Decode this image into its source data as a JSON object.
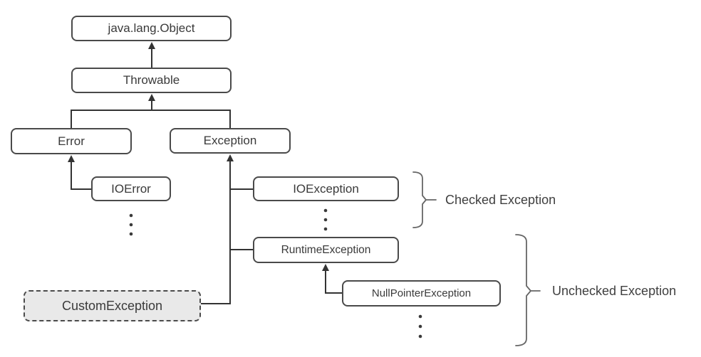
{
  "nodes": {
    "object": {
      "label": "java.lang.Object"
    },
    "throwable": {
      "label": "Throwable"
    },
    "error": {
      "label": "Error"
    },
    "exception": {
      "label": "Exception"
    },
    "ioerror": {
      "label": "IOError"
    },
    "ioexception": {
      "label": "IOException"
    },
    "runtime_exception": {
      "label": "RuntimeException"
    },
    "null_pointer": {
      "label": "NullPointerException"
    },
    "custom_exception": {
      "label": "CustomException"
    }
  },
  "annotations": {
    "checked": {
      "label": "Checked Exception"
    },
    "unchecked": {
      "label": "Unchecked Exception"
    }
  },
  "edges": [
    {
      "from": "Throwable",
      "to": "java.lang.Object"
    },
    {
      "from": "Error",
      "to": "Throwable"
    },
    {
      "from": "Exception",
      "to": "Throwable"
    },
    {
      "from": "IOError",
      "to": "Error"
    },
    {
      "from": "IOException",
      "to": "Exception"
    },
    {
      "from": "RuntimeException",
      "to": "Exception"
    },
    {
      "from": "CustomException",
      "to": "Exception"
    },
    {
      "from": "NullPointerException",
      "to": "RuntimeException"
    }
  ],
  "colors": {
    "background": "#ffffff",
    "line": "#333333",
    "box_border": "#4a4a4a",
    "box_fill": "#ffffff",
    "custom_box_fill": "#e9e9e9",
    "text": "#3a3a3a",
    "bracket": "#666666"
  }
}
